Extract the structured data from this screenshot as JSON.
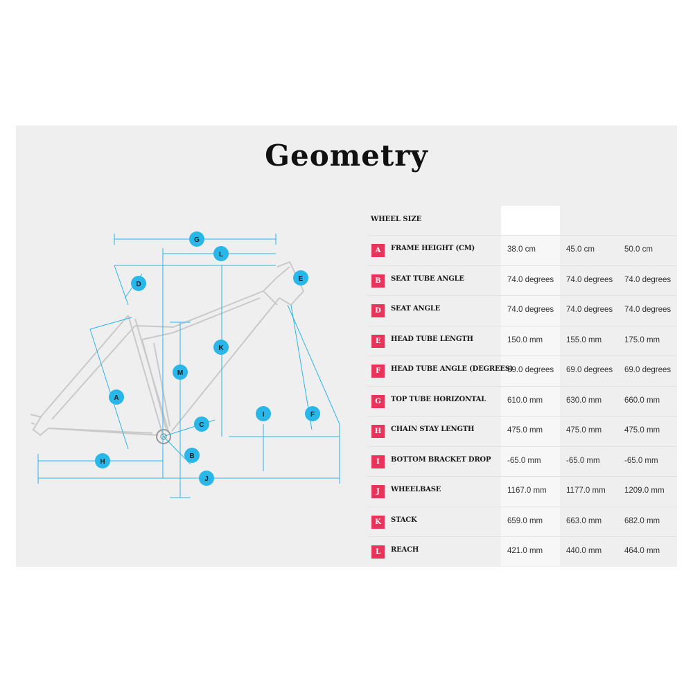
{
  "title": "Geometry",
  "table": {
    "header_label": "WHEEL SIZE",
    "columns": [
      "",
      "",
      ""
    ],
    "rows": [
      {
        "code": "A",
        "label": "FRAME HEIGHT (CM)",
        "values": [
          "38.0 cm",
          "45.0 cm",
          "50.0 cm"
        ]
      },
      {
        "code": "B",
        "label": "SEAT TUBE ANGLE",
        "values": [
          "74.0 degrees",
          "74.0 degrees",
          "74.0 degrees"
        ]
      },
      {
        "code": "D",
        "label": "SEAT ANGLE",
        "values": [
          "74.0 degrees",
          "74.0 degrees",
          "74.0 degrees"
        ]
      },
      {
        "code": "E",
        "label": "HEAD TUBE LENGTH",
        "values": [
          "150.0 mm",
          "155.0 mm",
          "175.0 mm"
        ]
      },
      {
        "code": "F",
        "label": "HEAD TUBE ANGLE (DEGREES)",
        "values": [
          "69.0 degrees",
          "69.0 degrees",
          "69.0 degrees"
        ]
      },
      {
        "code": "G",
        "label": "TOP TUBE HORIZONTAL",
        "values": [
          "610.0 mm",
          "630.0 mm",
          "660.0 mm"
        ]
      },
      {
        "code": "H",
        "label": "CHAIN STAY LENGTH",
        "values": [
          "475.0 mm",
          "475.0 mm",
          "475.0 mm"
        ]
      },
      {
        "code": "I",
        "label": "BOTTOM BRACKET DROP",
        "values": [
          "-65.0 mm",
          "-65.0 mm",
          "-65.0 mm"
        ]
      },
      {
        "code": "J",
        "label": "WHEELBASE",
        "values": [
          "1167.0 mm",
          "1177.0 mm",
          "1209.0 mm"
        ]
      },
      {
        "code": "K",
        "label": "STACK",
        "values": [
          "659.0 mm",
          "663.0 mm",
          "682.0 mm"
        ]
      },
      {
        "code": "L",
        "label": "REACH",
        "values": [
          "421.0 mm",
          "440.0 mm",
          "464.0 mm"
        ]
      }
    ]
  },
  "diagram": {
    "markers": [
      "G",
      "L",
      "D",
      "E",
      "K",
      "M",
      "A",
      "C",
      "I",
      "F",
      "H",
      "B",
      "J"
    ]
  },
  "colors": {
    "accent": "#29b6e8",
    "badge": "#e8335a",
    "frame": "#c8c8c8",
    "background": "#efefef"
  }
}
